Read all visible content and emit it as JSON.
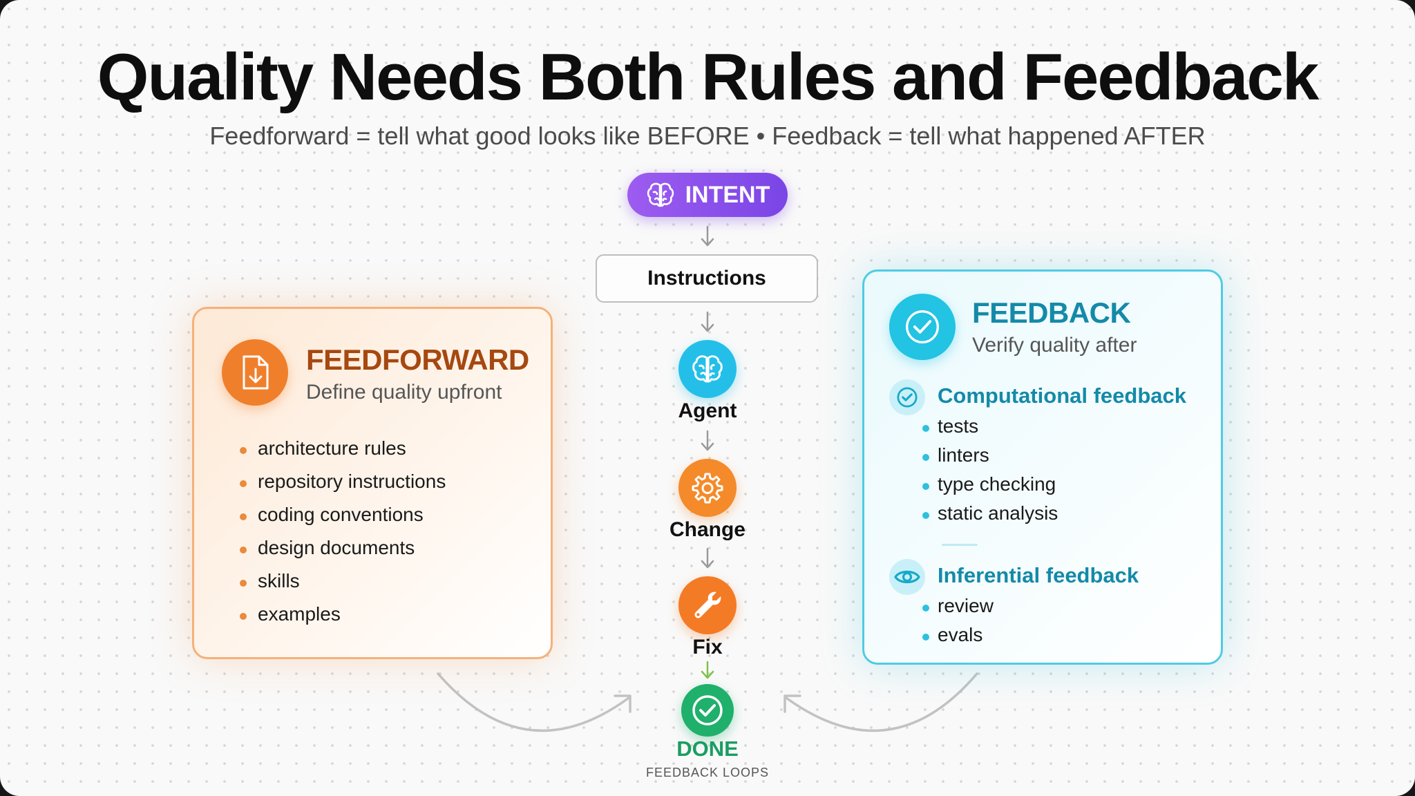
{
  "header": {
    "title": "Quality Needs Both Rules and Feedback",
    "subtitle": "Feedforward = tell what good looks like BEFORE • Feedback = tell what happened AFTER"
  },
  "flow": {
    "intent": "INTENT",
    "instructions": "Instructions",
    "agent": "Agent",
    "change": "Change",
    "fix": "Fix",
    "done": "DONE",
    "loops": "FEEDBACK LOOPS"
  },
  "feedforward": {
    "title": "FEEDFORWARD",
    "subtitle": "Define quality upfront",
    "items": [
      "architecture rules",
      "repository instructions",
      "coding conventions",
      "design documents",
      "skills",
      "examples"
    ]
  },
  "feedback": {
    "title": "FEEDBACK",
    "subtitle": "Verify quality after",
    "computational": {
      "title": "Computational feedback",
      "items": [
        "tests",
        "linters",
        "type checking",
        "static analysis"
      ]
    },
    "inferential": {
      "title": "Inferential feedback",
      "items": [
        "review",
        "evals"
      ]
    }
  },
  "icons": {
    "intent": "brain-icon",
    "feedforward": "document-download-icon",
    "feedback": "check-circle-icon",
    "computational": "check-circle-icon",
    "inferential": "eye-icon",
    "agent": "brain-icon",
    "change": "gear-icon",
    "fix": "wrench-icon",
    "done": "check-circle-icon"
  },
  "colors": {
    "intent": "#8b50ec",
    "feedforward": "#f07f2c",
    "feedforward_title": "#a6480f",
    "feedback": "#22c3e3",
    "feedback_title": "#148aa8",
    "agent": "#24bfe8",
    "change": "#f58a2a",
    "fix": "#f47b25",
    "done": "#1fb06b"
  }
}
